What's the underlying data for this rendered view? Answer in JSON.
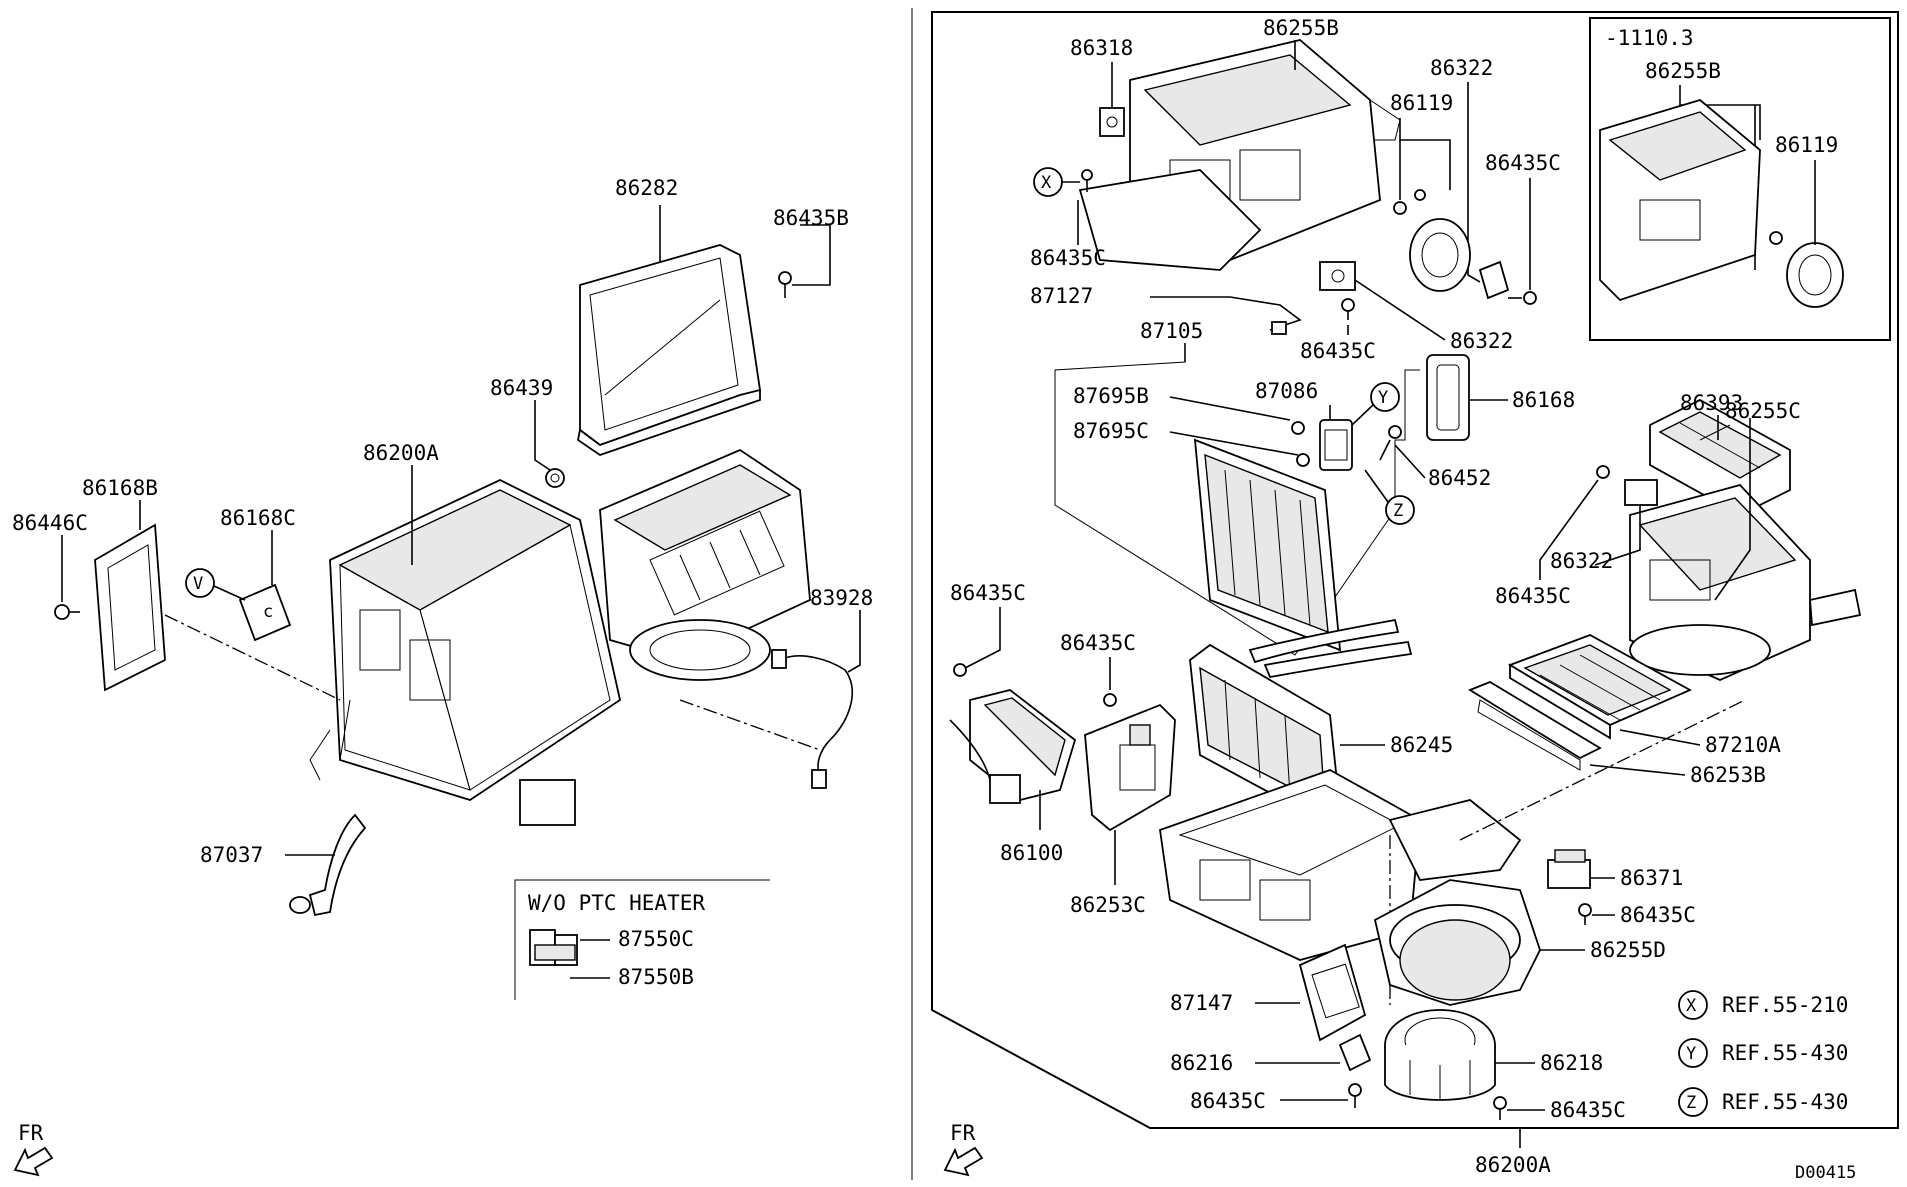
{
  "left_panel": {
    "labels": {
      "p86282": "86282",
      "p86435B": "86435B",
      "p86439": "86439",
      "p86200A": "86200A",
      "p86168B": "86168B",
      "p86446C": "86446C",
      "p86168C": "86168C",
      "p83928": "83928",
      "p87037": "87037",
      "v_marker": "V"
    },
    "ptc_box": {
      "title": "W/O PTC HEATER",
      "p87550C": "87550C",
      "p87550B": "87550B"
    },
    "fr": "FR"
  },
  "right_panel": {
    "labels": {
      "p86318": "86318",
      "p86255B": "86255B",
      "p86322_top": "86322",
      "p86119": "86119",
      "p86435C_a": "86435C",
      "p86435C_b": "86435C",
      "p87127": "87127",
      "p86322_mid": "86322",
      "p86435C_c": "86435C",
      "p87105": "87105",
      "p86168": "86168",
      "p87695B": "87695B",
      "p87086": "87086",
      "p87695C": "87695C",
      "p86452": "86452",
      "p86393": "86393",
      "p86255C": "86255C",
      "p86322_right": "86322",
      "p86435C_d": "86435C",
      "p86435C_e": "86435C",
      "p86435C_f": "86435C",
      "p86245": "86245",
      "p87210A": "87210A",
      "p86253B": "86253B",
      "p86100": "86100",
      "p86253C": "86253C",
      "p86371": "86371",
      "p86435C_g": "86435C",
      "p86255D": "86255D",
      "p87147": "87147",
      "p86216": "86216",
      "p86218": "86218",
      "p86435C_h": "86435C",
      "p86435C_i": "86435C",
      "p86200A": "86200A",
      "x_marker": "X",
      "y_marker": "Y",
      "z_marker": "Z"
    },
    "inset": {
      "range": "-1110.3",
      "p86255B": "86255B",
      "p86119": "86119"
    },
    "refs": [
      {
        "marker": "X",
        "text": "REF.55-210"
      },
      {
        "marker": "Y",
        "text": "REF.55-430"
      },
      {
        "marker": "Z",
        "text": "REF.55-430"
      }
    ],
    "fr": "FR"
  },
  "footer_code": "D00415"
}
